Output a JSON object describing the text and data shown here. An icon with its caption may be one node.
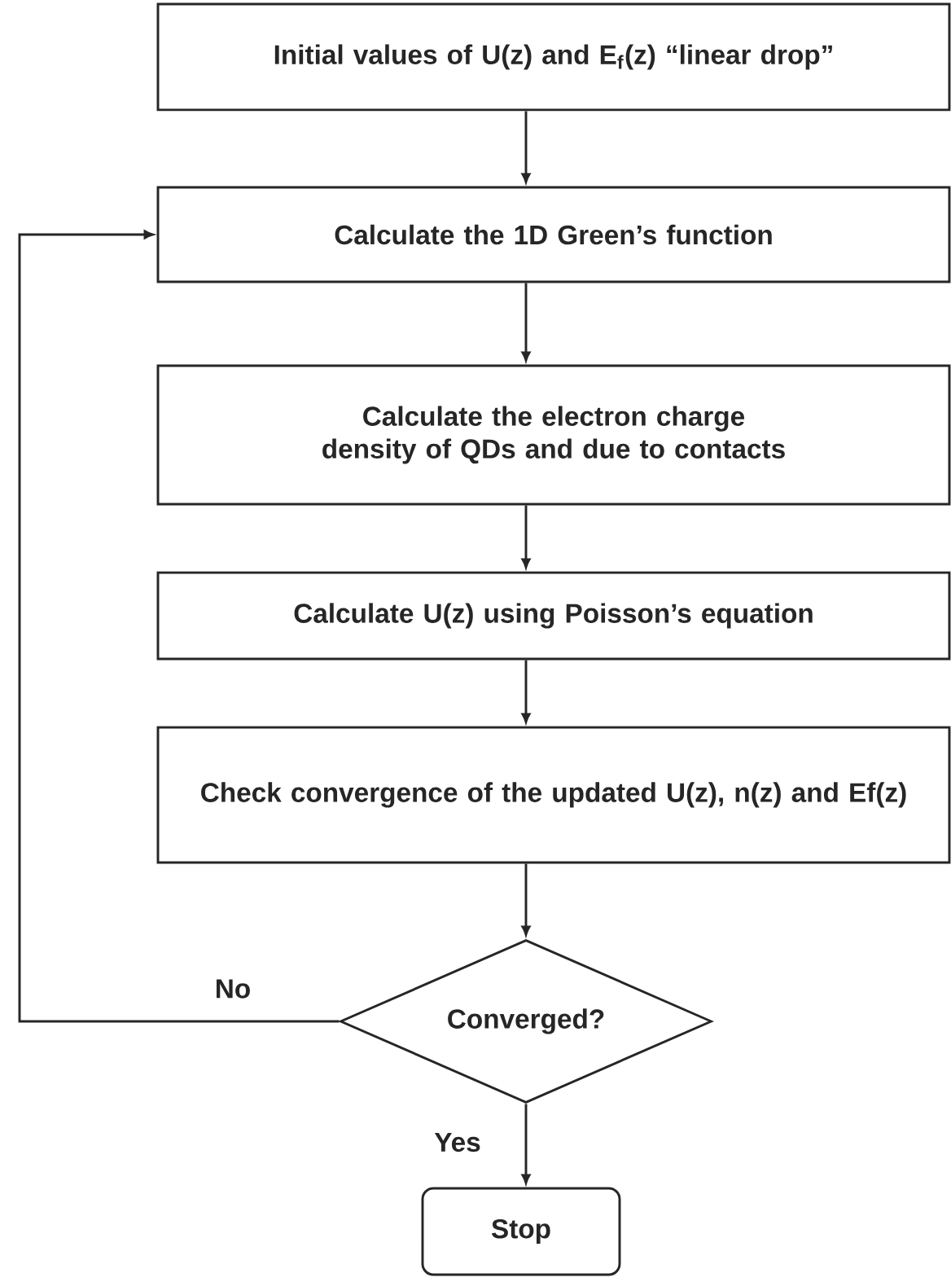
{
  "diagram": {
    "nodes": [
      {
        "text": [
          "Initial values of U(z) and E$_{f}$(z) “linear drop”"
        ]
      },
      {
        "text": [
          "Calculate the 1D Green’s function"
        ]
      },
      {
        "text": [
          "Calculate the electron charge density of QDs and due to contacts"
        ]
      },
      {
        "text": [
          "Calculate U(z) using Poisson’s equation"
        ]
      },
      {
        "text": [
          "Check convergence of the updated U(z), n(z) and Ef(z)"
        ]
      },
      {
        "text": [
          "Converged?"
        ]
      },
      {
        "text": [
          "Stop"
        ]
      }
    ],
    "edges": [
      {
        "from": 0,
        "to": 1,
        "arrow": "to"
      },
      {
        "from": 1,
        "to": 2,
        "arrow": "to"
      },
      {
        "from": 2,
        "to": 3,
        "arrow": "to"
      },
      {
        "from": 3,
        "to": 4,
        "arrow": "to"
      },
      {
        "from": 4,
        "to": 5,
        "arrow": "to"
      },
      {
        "from": 5,
        "to": 1,
        "arrow": "to",
        "label": "No"
      },
      {
        "from": 5,
        "to": 6,
        "arrow": "to",
        "label": "Yes"
      }
    ]
  }
}
